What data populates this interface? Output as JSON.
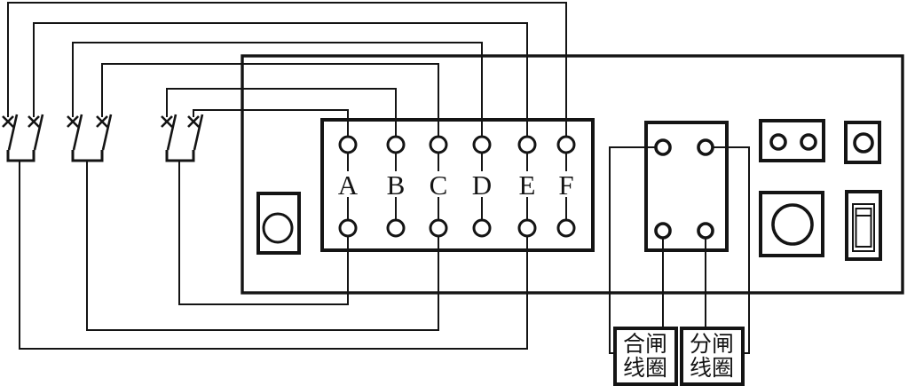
{
  "terminal_board": {
    "labels": [
      "A",
      "B",
      "C",
      "D",
      "E",
      "F"
    ]
  },
  "coil_boxes": {
    "closing": {
      "line1": "合闸",
      "line2": "线圈"
    },
    "opening": {
      "line1": "分闸",
      "line2": "线圈"
    }
  },
  "colors": {
    "line": "#141414",
    "background": "#ffffff"
  }
}
